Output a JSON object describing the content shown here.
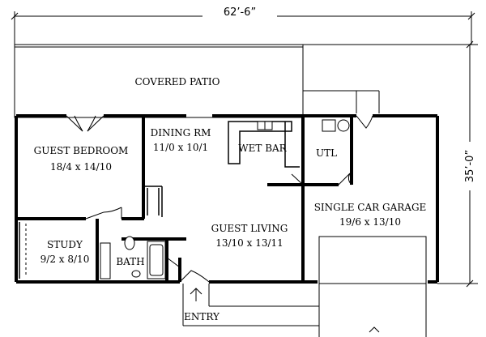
{
  "dimensions": {
    "width": "62’-6”",
    "depth": "35’-0”"
  },
  "rooms": {
    "covered_patio": {
      "name": "COVERED PATIO"
    },
    "guest_bedroom": {
      "name": "GUEST BEDROOM",
      "size": "18/4 x 14/10"
    },
    "dining_rm": {
      "name": "DINING RM",
      "size": "11/0 x 10/1"
    },
    "wet_bar": {
      "name": "WET BAR"
    },
    "utl": {
      "name": "UTL"
    },
    "garage": {
      "name": "SINGLE CAR GARAGE",
      "size": "19/6 x 13/10"
    },
    "guest_living": {
      "name": "GUEST LIVING",
      "size": "13/10 x 13/11"
    },
    "study": {
      "name": "STUDY",
      "size": "9/2 x 8/10"
    },
    "bath": {
      "name": "BATH"
    },
    "entry": {
      "name": "ENTRY"
    }
  }
}
